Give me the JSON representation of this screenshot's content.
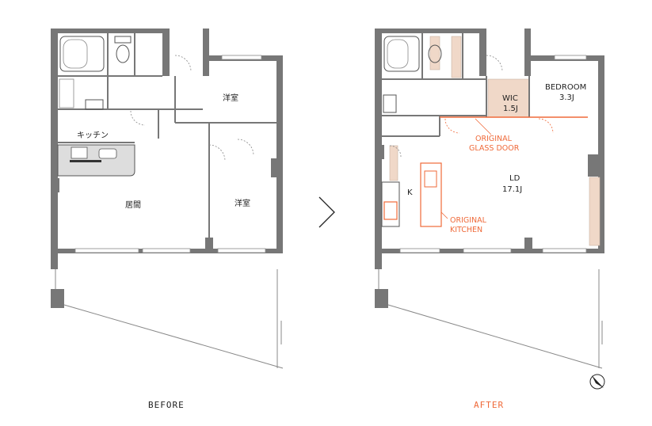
{
  "before": {
    "caption": "BEFORE",
    "rooms": {
      "kitchen": "キッチン",
      "living": "居間",
      "western1": "洋室",
      "western2": "洋室"
    }
  },
  "after": {
    "caption": "AFTER",
    "rooms": {
      "wic_name": "WIC",
      "wic_size": "1.5J",
      "bedroom_name": "BEDROOM",
      "bedroom_size": "3.3J",
      "ld_name": "LD",
      "ld_size": "17.1J",
      "k_name": "K"
    },
    "annotations": {
      "glass_door_1": "ORIGINAL",
      "glass_door_2": "GLASS DOOR",
      "kitchen_1": "ORIGINAL",
      "kitchen_2": "KITCHEN"
    }
  },
  "colors": {
    "wall": "#777777",
    "wall_dark": "#5e5e5e",
    "accent_orange": "#ef6a3a",
    "wood": "#f0d8c8",
    "caption_after": "#ef6a3a",
    "caption_before": "#222222"
  },
  "icons": {
    "arrow": "chevron-right-icon",
    "north": "compass-north-icon"
  }
}
